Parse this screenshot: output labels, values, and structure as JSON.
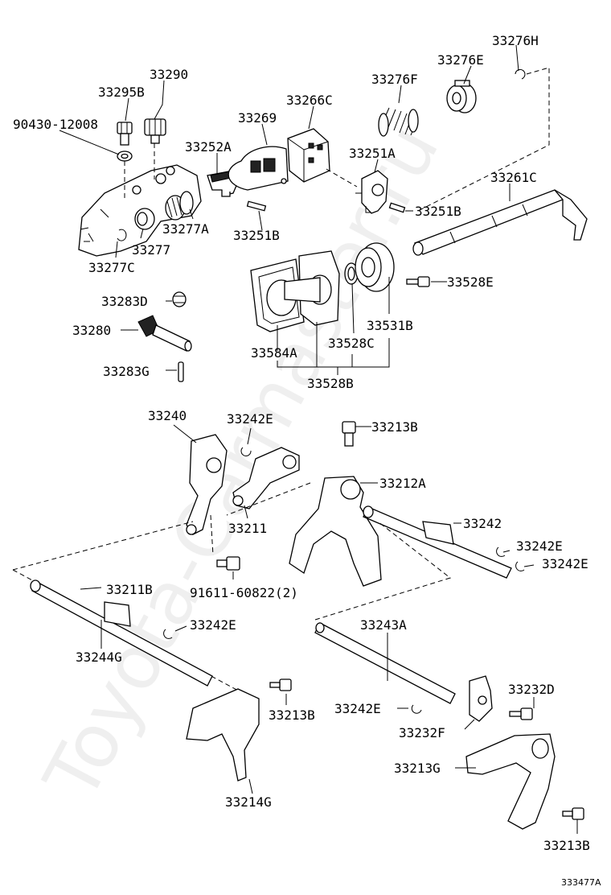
{
  "diagram": {
    "watermark": "Toyota-Carmaster.ru",
    "catalog_code": "333477A",
    "labels": [
      {
        "id": "33276H",
        "text": "33276H"
      },
      {
        "id": "33276E",
        "text": "33276E"
      },
      {
        "id": "33290",
        "text": "33290"
      },
      {
        "id": "33276F",
        "text": "33276F"
      },
      {
        "id": "33295B",
        "text": "33295B"
      },
      {
        "id": "33266C",
        "text": "33266C"
      },
      {
        "id": "90430-12008",
        "text": "90430-12008"
      },
      {
        "id": "33269",
        "text": "33269"
      },
      {
        "id": "33252A",
        "text": "33252A"
      },
      {
        "id": "33251A",
        "text": "33251A"
      },
      {
        "id": "33261C",
        "text": "33261C"
      },
      {
        "id": "33251B-a",
        "text": "33251B"
      },
      {
        "id": "33277A",
        "text": "33277A"
      },
      {
        "id": "33251B-b",
        "text": "33251B"
      },
      {
        "id": "33277",
        "text": "33277"
      },
      {
        "id": "33277C",
        "text": "33277C"
      },
      {
        "id": "33528E",
        "text": "33528E"
      },
      {
        "id": "33283D",
        "text": "33283D"
      },
      {
        "id": "33280",
        "text": "33280"
      },
      {
        "id": "33531B",
        "text": "33531B"
      },
      {
        "id": "33528C",
        "text": "33528C"
      },
      {
        "id": "33584A",
        "text": "33584A"
      },
      {
        "id": "33283G",
        "text": "33283G"
      },
      {
        "id": "33528B",
        "text": "33528B"
      },
      {
        "id": "33240",
        "text": "33240"
      },
      {
        "id": "33242E-a",
        "text": "33242E"
      },
      {
        "id": "33213B-a",
        "text": "33213B"
      },
      {
        "id": "33212A",
        "text": "33212A"
      },
      {
        "id": "33211",
        "text": "33211"
      },
      {
        "id": "33242",
        "text": "33242"
      },
      {
        "id": "33242E-b",
        "text": "33242E"
      },
      {
        "id": "33242E-c",
        "text": "33242E"
      },
      {
        "id": "33211B",
        "text": "33211B"
      },
      {
        "id": "91611-60822",
        "text": "91611-60822(2)"
      },
      {
        "id": "33242E-d",
        "text": "33242E"
      },
      {
        "id": "33243A",
        "text": "33243A"
      },
      {
        "id": "33244G",
        "text": "33244G"
      },
      {
        "id": "33232D",
        "text": "33232D"
      },
      {
        "id": "33213B-b",
        "text": "33213B"
      },
      {
        "id": "33242E-e",
        "text": "33242E"
      },
      {
        "id": "33232F",
        "text": "33232F"
      },
      {
        "id": "33213G",
        "text": "33213G"
      },
      {
        "id": "33214G",
        "text": "33214G"
      },
      {
        "id": "33213B-c",
        "text": "33213B"
      }
    ]
  }
}
